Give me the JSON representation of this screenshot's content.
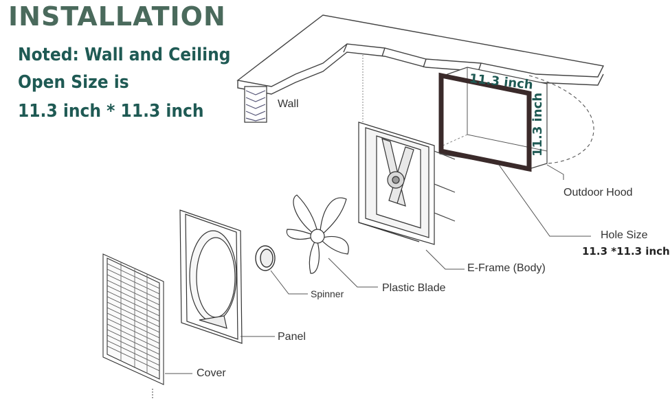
{
  "title": "INSTALLATION",
  "note": {
    "line1": "Noted: Wall and Ceiling",
    "line2": "Open Size is",
    "line3": "11.3 inch * 11.3 inch"
  },
  "dimensions": {
    "hood_width": "11.3 inch",
    "hood_height": "11.3 inch",
    "hole_size_value": "11.3 *11.3 inch"
  },
  "labels": {
    "wall": "Wall",
    "outdoor_hood": "Outdoor Hood",
    "hole_size": "Hole Size",
    "e_frame": "E-Frame (Body)",
    "plastic_blade": "Plastic Blade",
    "spinner": "Spinner",
    "panel": "Panel",
    "cover": "Cover"
  },
  "colors": {
    "title": "#4a6a5c",
    "note": "#1f5a54",
    "frame_outline": "#3a2a2a"
  }
}
